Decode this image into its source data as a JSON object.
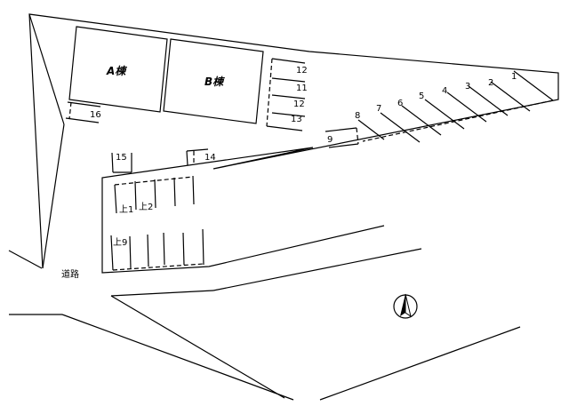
{
  "buildings": [
    {
      "id": "a",
      "label": "A棟"
    },
    {
      "id": "b",
      "label": "B棟"
    }
  ],
  "spaces": {
    "s1": "1",
    "s2": "2",
    "s3": "3",
    "s4": "4",
    "s5": "5",
    "s6": "6",
    "s7": "7",
    "s8": "8",
    "s9": "9",
    "s11": "11",
    "s12a": "12",
    "s12b": "12",
    "s13": "13",
    "s14": "14",
    "s15": "15",
    "s16": "16"
  },
  "upper_spaces": {
    "u1": "上1",
    "u2": "上2",
    "u9": "上9"
  },
  "road_label": "道路",
  "icons": {
    "north": "north-arrow-icon"
  }
}
